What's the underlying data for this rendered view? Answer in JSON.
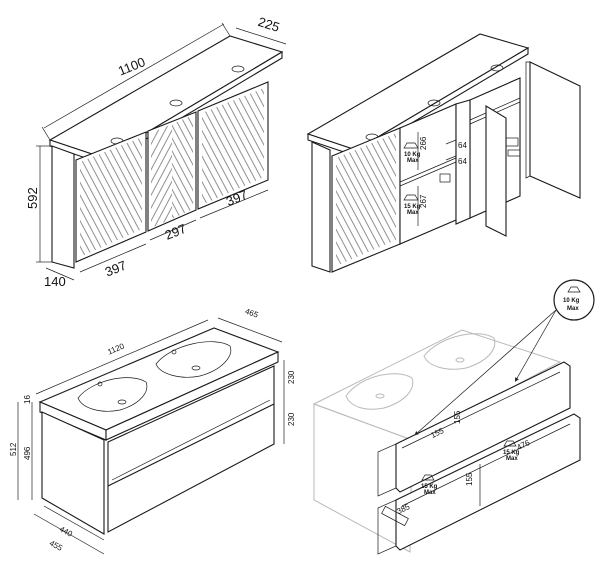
{
  "mirror_cabinet": {
    "width": "1100",
    "depth_top": "225",
    "height": "592",
    "depth_side": "140",
    "door_left": "397",
    "door_middle": "297",
    "door_right": "397"
  },
  "cabinet_open": {
    "shelf_gap_top": "266",
    "shelf_gap_bottom": "267",
    "shelf_depth_a": "64",
    "shelf_depth_b": "64",
    "load_top": "10 Kg",
    "load_bottom": "15 Kg",
    "load_suffix": "Max"
  },
  "vanity": {
    "depth_top": "465",
    "width": "1120",
    "drawer_top": "230",
    "drawer_bottom": "230",
    "top_thickness": "16",
    "total_height": "512",
    "body_height": "496",
    "depth_inner": "440",
    "depth_outer": "455"
  },
  "vanity_open": {
    "badge_load": "10 Kg",
    "badge_suffix": "Max",
    "upper_depth": "155",
    "upper_height": "155",
    "lower_width": "385",
    "lower_depth": "476",
    "lower_height": "155",
    "load_upper": "15 Kg",
    "load_lower": "15 Kg",
    "load_suffix": "Max"
  }
}
